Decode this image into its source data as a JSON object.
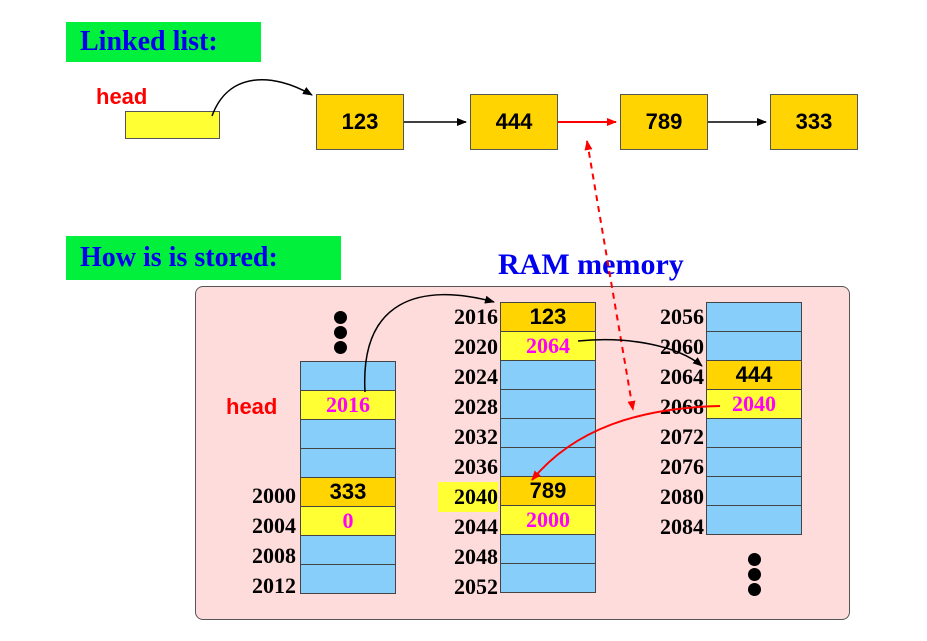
{
  "titles": {
    "linked_list": "Linked list:",
    "how_stored": "How is is stored:",
    "ram": "RAM memory"
  },
  "list": {
    "head_label": "head",
    "nodes": [
      "123",
      "444",
      "789",
      "333"
    ]
  },
  "memory": {
    "head_label": "head",
    "col1": {
      "cells": [
        "",
        "2016",
        "",
        "",
        "333",
        "0",
        "",
        ""
      ],
      "addresses": [
        "",
        "",
        "",
        "",
        "2000",
        "2004",
        "2008",
        "2012"
      ]
    },
    "col2": {
      "cells": [
        "123",
        "2064",
        "",
        "",
        "",
        "",
        "789",
        "2000",
        "",
        ""
      ],
      "addresses": [
        "2016",
        "2020",
        "2024",
        "2028",
        "2032",
        "2036",
        "2040",
        "2044",
        "2048",
        "2052"
      ]
    },
    "col3": {
      "cells": [
        "",
        "",
        "444",
        "2040",
        "",
        "",
        "",
        ""
      ],
      "addresses": [
        "2056",
        "2060",
        "2064",
        "2068",
        "2072",
        "2076",
        "2080",
        "2084"
      ]
    }
  },
  "colors": {
    "title_bg": "#00f03c",
    "title_text": "#0000ee",
    "node_fill": "#ffd400",
    "pointer_fill": "#ffff33",
    "empty_cell": "#87cefa",
    "panel_bg": "#ffdcdc",
    "pointer_text": "#ff00ff",
    "highlight_arrow": "#ff0000"
  }
}
